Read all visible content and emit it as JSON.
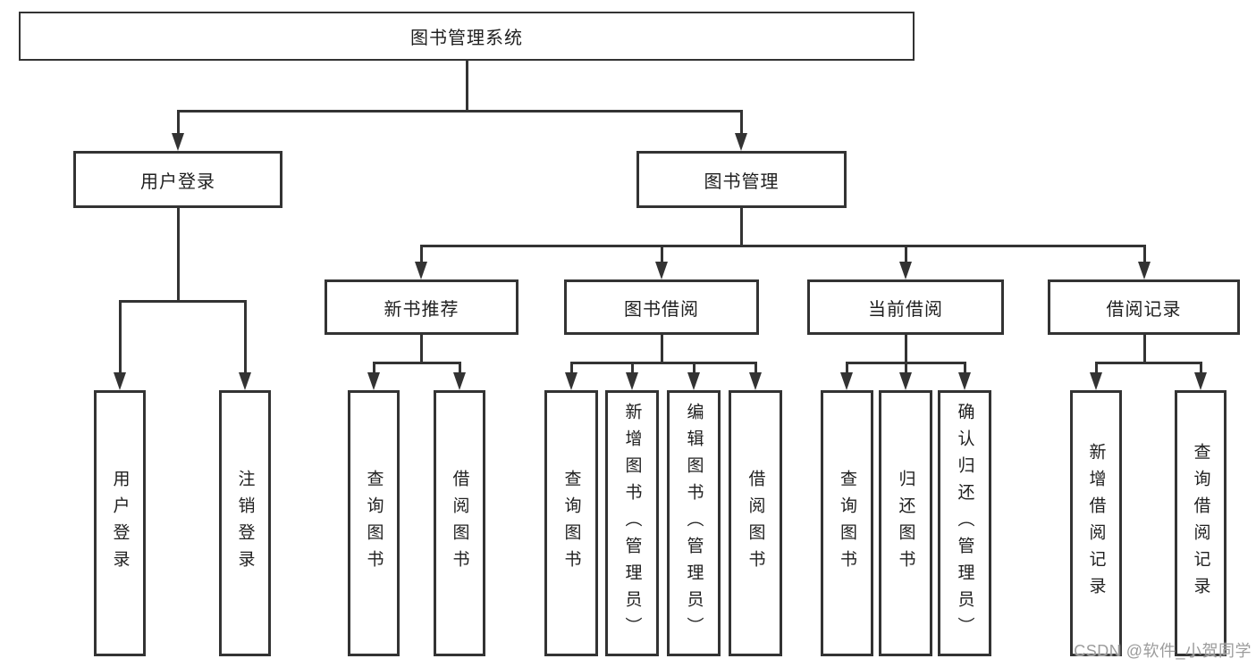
{
  "diagram": {
    "title": "图书管理系统",
    "nodes": {
      "root": {
        "label": "图书管理系统"
      },
      "user_login": {
        "label": "用户登录"
      },
      "book_mgmt": {
        "label": "图书管理"
      },
      "new_book_rec": {
        "label": "新书推荐"
      },
      "book_borrow": {
        "label": "图书借阅"
      },
      "current_borrow": {
        "label": "当前借阅"
      },
      "borrow_records": {
        "label": "借阅记录"
      },
      "leaf_user_login": {
        "label": "用户登录"
      },
      "leaf_logout": {
        "label": "注销登录"
      },
      "leaf_rec_search_books": {
        "label": "查询图书"
      },
      "leaf_rec_borrow_books": {
        "label": "借阅图书"
      },
      "leaf_bb_search_books": {
        "label": "查询图书"
      },
      "leaf_bb_add_books": {
        "label": "新增图书（管理员）"
      },
      "leaf_bb_edit_books": {
        "label": "编辑图书（管理员）"
      },
      "leaf_bb_borrow_books": {
        "label": "借阅图书"
      },
      "leaf_cb_search_books": {
        "label": "查询图书"
      },
      "leaf_cb_return_books": {
        "label": "归还图书"
      },
      "leaf_cb_confirm_return": {
        "label": "确认归还（管理员）"
      },
      "leaf_br_add_record": {
        "label": "新增借阅记录"
      },
      "leaf_br_search_record": {
        "label": "查询借阅记录"
      }
    },
    "hierarchy": {
      "label": "图书管理系统",
      "children": [
        {
          "label": "用户登录",
          "children": [
            "用户登录",
            "注销登录"
          ]
        },
        {
          "label": "图书管理",
          "children": [
            {
              "label": "新书推荐",
              "children": [
                "查询图书",
                "借阅图书"
              ]
            },
            {
              "label": "图书借阅",
              "children": [
                "查询图书",
                "新增图书（管理员）",
                "编辑图书（管理员）",
                "借阅图书"
              ]
            },
            {
              "label": "当前借阅",
              "children": [
                "查询图书",
                "归还图书",
                "确认归还（管理员）"
              ]
            },
            {
              "label": "借阅记录",
              "children": [
                "新增借阅记录",
                "查询借阅记录"
              ]
            }
          ]
        }
      ]
    }
  },
  "watermark": {
    "text": "CSDN @软件_小贺同学"
  },
  "colors": {
    "line": "#333333",
    "box_border": "#333333",
    "text": "#1f1f1f",
    "watermark": "#9c9c9c",
    "background": "#ffffff"
  }
}
